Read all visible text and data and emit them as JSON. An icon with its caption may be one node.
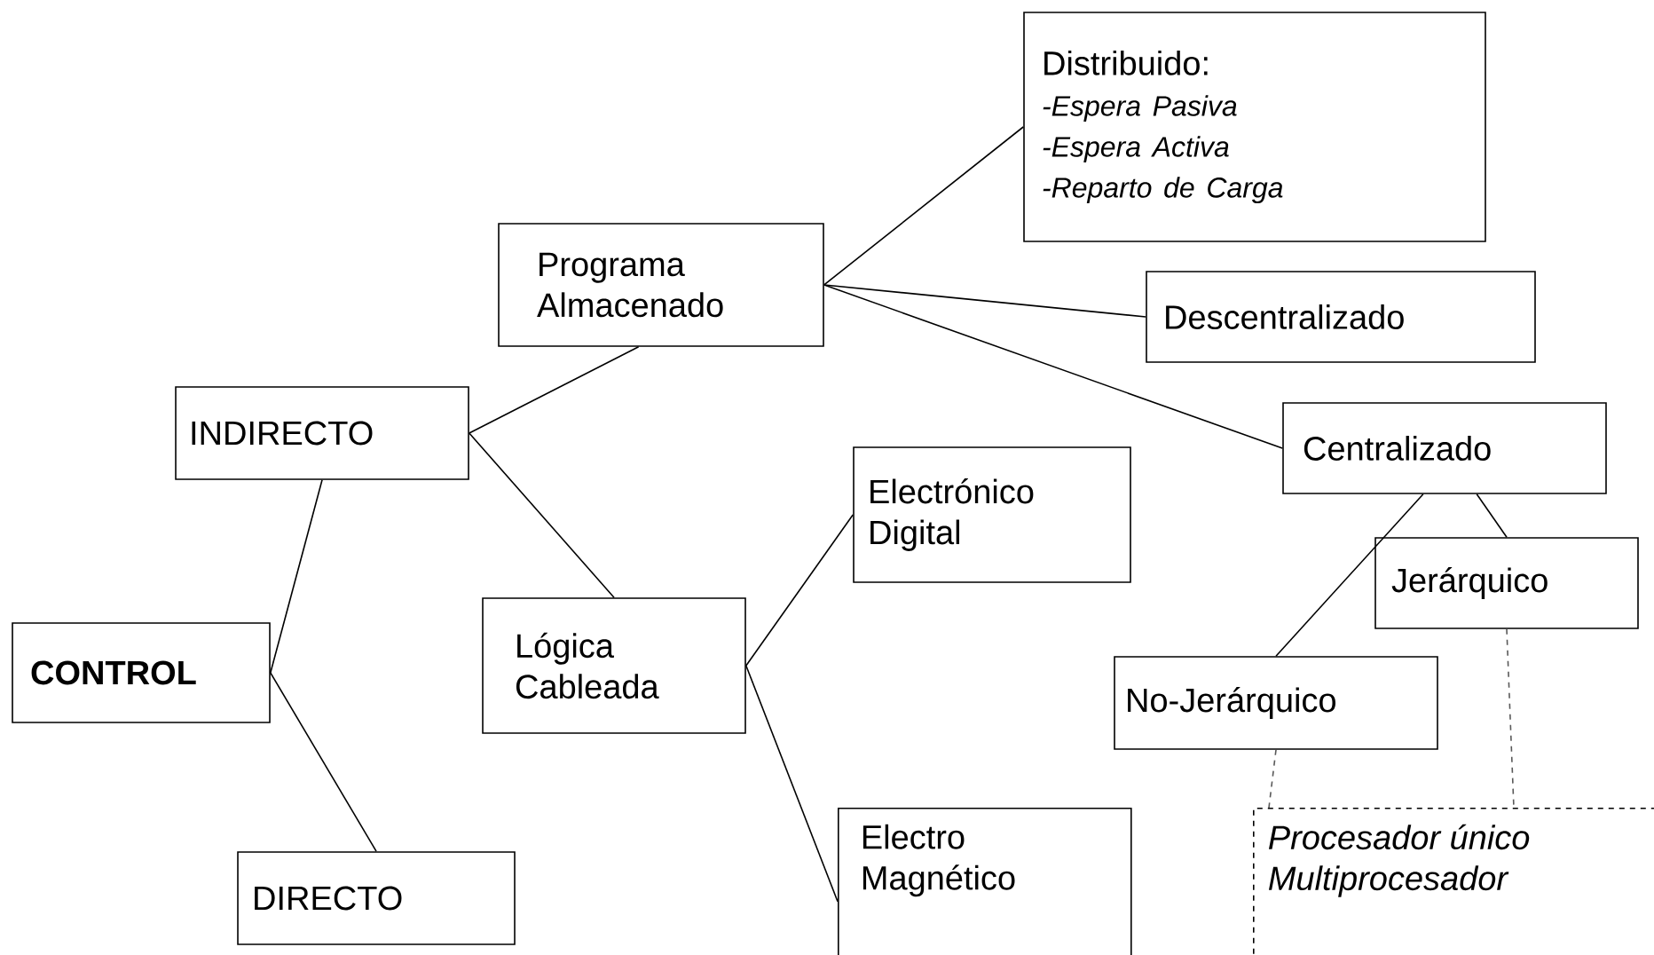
{
  "diagram": {
    "nodes": [
      {
        "text": [
          "CONTROL"
        ]
      },
      {
        "text": [
          "INDIRECTO"
        ]
      },
      {
        "text": [
          "DIRECTO"
        ]
      },
      {
        "text": [
          "Programa Almacenado"
        ]
      },
      {
        "text": [
          "Lógica Cableada"
        ]
      },
      {
        "text": [
          "Distribuido:",
          "-Espera Pasiva",
          "-Espera Activa",
          "-Reparto de Carga"
        ]
      },
      {
        "text": [
          "Descentralizado"
        ]
      },
      {
        "text": [
          "Centralizado"
        ]
      },
      {
        "text": [
          "Electrónico Digital"
        ]
      },
      {
        "text": [
          "Electro Magnético"
        ]
      },
      {
        "text": [
          "Jerárquico"
        ]
      },
      {
        "text": [
          "No-Jerárquico"
        ]
      },
      {
        "text": [
          "Procesador único",
          "Multiprocesador"
        ]
      }
    ],
    "edges": [
      {
        "from": 0,
        "to": 1,
        "arrow": "none"
      },
      {
        "from": 0,
        "to": 2,
        "arrow": "none"
      },
      {
        "from": 1,
        "to": 3,
        "arrow": "none"
      },
      {
        "from": 1,
        "to": 4,
        "arrow": "none"
      },
      {
        "from": 3,
        "to": 5,
        "arrow": "none"
      },
      {
        "from": 3,
        "to": 6,
        "arrow": "none"
      },
      {
        "from": 3,
        "to": 7,
        "arrow": "none"
      },
      {
        "from": 4,
        "to": 8,
        "arrow": "none"
      },
      {
        "from": 4,
        "to": 9,
        "arrow": "none"
      },
      {
        "from": 7,
        "to": 11,
        "arrow": "none"
      },
      {
        "from": 7,
        "to": 10,
        "arrow": "none"
      },
      {
        "from": 11,
        "to": 12,
        "arrow": "none",
        "style": "dashed"
      },
      {
        "from": 10,
        "to": 12,
        "arrow": "none",
        "style": "dashed"
      }
    ]
  }
}
